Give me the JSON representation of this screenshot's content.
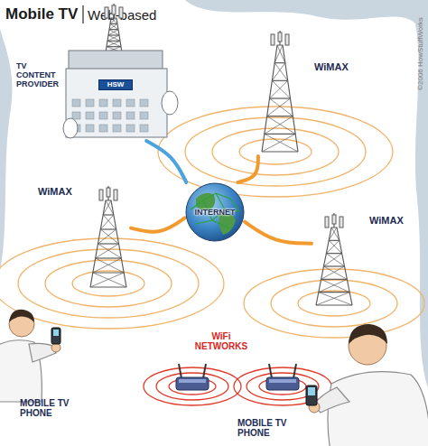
{
  "diagram": {
    "title": "Mobile TV",
    "nodes": [
      {
        "text": [
          "TV CONTENT PROVIDER",
          "HSW"
        ]
      },
      {
        "text": [
          "WiMAX"
        ]
      },
      {
        "text": [
          "INTERNET"
        ]
      },
      {
        "text": [
          "WiMAX"
        ]
      },
      {
        "text": [
          "WiMAX"
        ]
      },
      {
        "text": [
          "WiFi NETWORKS"
        ]
      },
      {
        "text": [
          "MOBILE TV PHONE"
        ]
      },
      {
        "text": [
          "MOBILE TV PHONE"
        ]
      }
    ],
    "edges": [
      {
        "from": 0,
        "to": 2,
        "arrow": "none"
      },
      {
        "from": 2,
        "to": 1,
        "arrow": "none"
      },
      {
        "from": 2,
        "to": 3,
        "arrow": "none"
      },
      {
        "from": 2,
        "to": 4,
        "arrow": "none"
      }
    ],
    "labels": [
      "Web-based",
      "©2006 HowStuffWorks"
    ]
  }
}
